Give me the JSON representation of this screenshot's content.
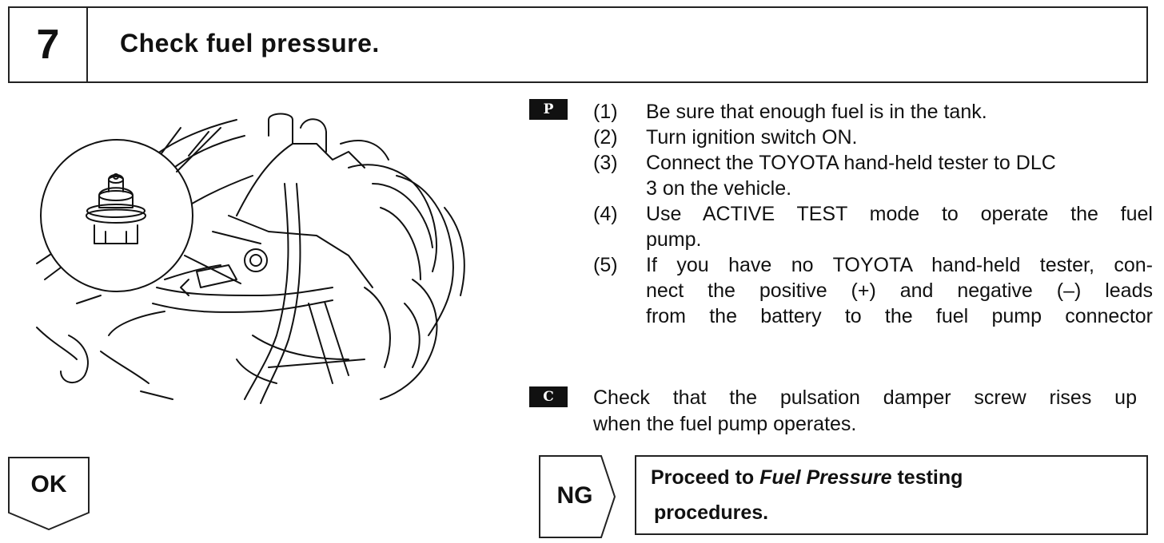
{
  "step": {
    "number": "7",
    "title": "Check fuel pressure."
  },
  "icons": {
    "procedure_marker": "P",
    "check_marker": "C"
  },
  "procedure": [
    {
      "num": "(1)",
      "text": "Be sure that enough fuel is in the tank."
    },
    {
      "num": "(2)",
      "text": "Turn ignition switch ON."
    },
    {
      "num": "(3)",
      "line1": "Connect the TOYOTA hand-held tester to DLC",
      "line2": "3 on the vehicle."
    },
    {
      "num": "(4)",
      "line1": "Use ACTIVE TEST mode to operate the fuel",
      "line2": "pump."
    },
    {
      "num": "(5)",
      "line1": "If you have no TOYOTA hand-held tester, con-",
      "line2": "nect the positive (+) and negative (–) leads",
      "line3": "from the battery to the fuel pump connector"
    }
  ],
  "check": {
    "line1": "Check that the pulsation damper screw rises up",
    "line2": "when the fuel pump operates."
  },
  "results": {
    "ok_label": "OK",
    "ng_label": "NG",
    "ng_action_prefix": "Proceed to ",
    "ng_action_italic": "Fuel Pressure",
    "ng_action_suffix": " testing",
    "ng_action_line2": "procedures."
  }
}
